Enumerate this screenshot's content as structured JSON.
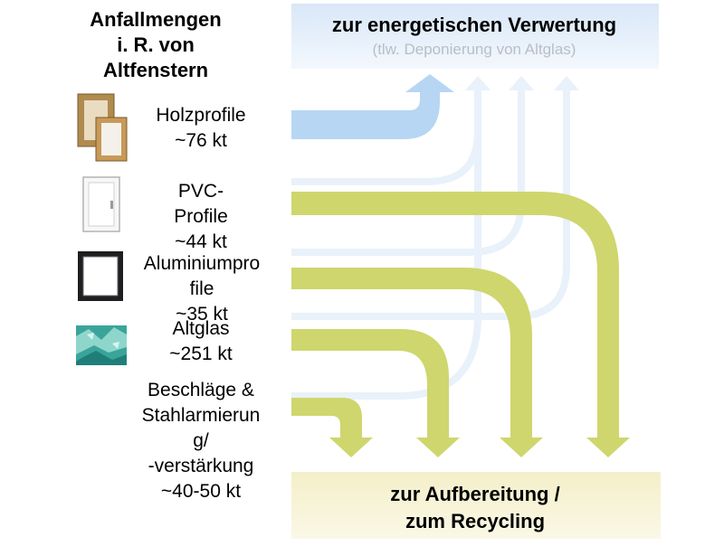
{
  "heading": {
    "line1": "Anfallmengen",
    "line2": "i. R. von",
    "line3": "Altfenstern"
  },
  "materials": [
    {
      "icon": "wooden-window-icon",
      "lines": [
        "Holzprofile",
        "~76 kt"
      ]
    },
    {
      "icon": "pvc-window-icon",
      "lines": [
        "PVC-",
        "Profile",
        "~44 kt"
      ]
    },
    {
      "icon": "aluminium-window-icon",
      "lines": [
        "Aluminiumpro",
        "file",
        "~35 kt"
      ]
    },
    {
      "icon": "waste-glass-icon",
      "lines": [
        "Altglas",
        "~251 kt"
      ]
    },
    {
      "icon": "",
      "lines": [
        "Beschläge &",
        "Stahlarmierun",
        "g/",
        "-verstärkung",
        "~40-50 kt"
      ]
    }
  ],
  "energy_box": {
    "title": "zur energetischen Verwertung",
    "subtitle": "(tlw. Deponierung von Altglas)"
  },
  "recycling_box": {
    "line1": "zur Aufbereitung /",
    "line2": "zum Recycling"
  },
  "colors": {
    "energy_flow": "#b6d6f5",
    "energy_flow_faint": "#e8f1fb",
    "recycling_flow": "#cdd56e",
    "energy_box_top": "#dce9f8",
    "recycling_box": "#f5f1d3",
    "subtitle": "#b8bec6"
  }
}
